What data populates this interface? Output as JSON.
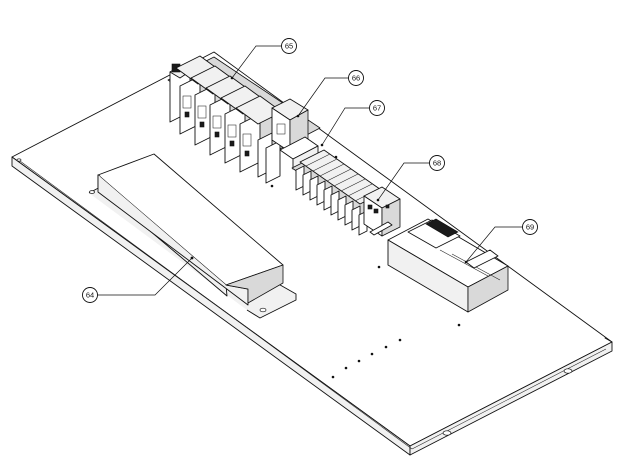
{
  "callouts": [
    {
      "id": "64",
      "label": "64"
    },
    {
      "id": "65",
      "label": "65"
    },
    {
      "id": "66",
      "label": "66"
    },
    {
      "id": "67",
      "label": "67"
    },
    {
      "id": "68",
      "label": "68"
    },
    {
      "id": "69",
      "label": "69"
    }
  ]
}
